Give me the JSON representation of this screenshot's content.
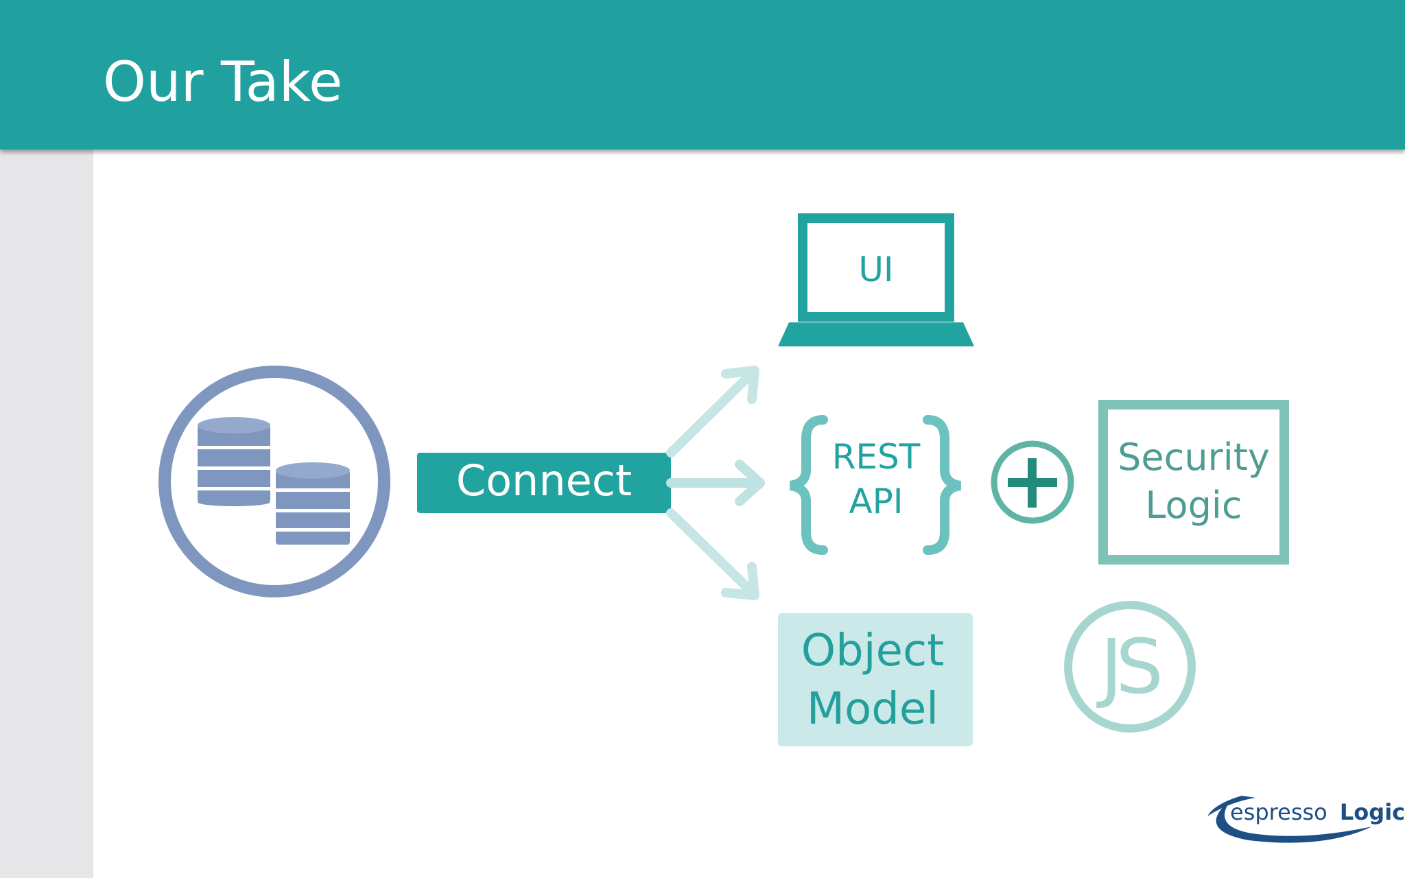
{
  "slide": {
    "title": "Our Take"
  },
  "diagram": {
    "connect_label": "Connect",
    "ui_label": "UI",
    "rest_line1": "REST",
    "rest_line2": "API",
    "security_line1": "Security",
    "security_line2": "Logic",
    "object_line1": "Object",
    "object_line2": "Model",
    "js_label": "JS"
  },
  "logo": {
    "text_part1": "espresso",
    "text_part2": "Logic"
  },
  "colors": {
    "header": "#20a19f",
    "teal": "#21a3a0",
    "db_blue": "#7f97be",
    "arrow_light": "#bfe3e2",
    "security_green": "#7fc3b6",
    "object_fill": "#cce9ea",
    "logo_blue": "#1d4e85"
  }
}
